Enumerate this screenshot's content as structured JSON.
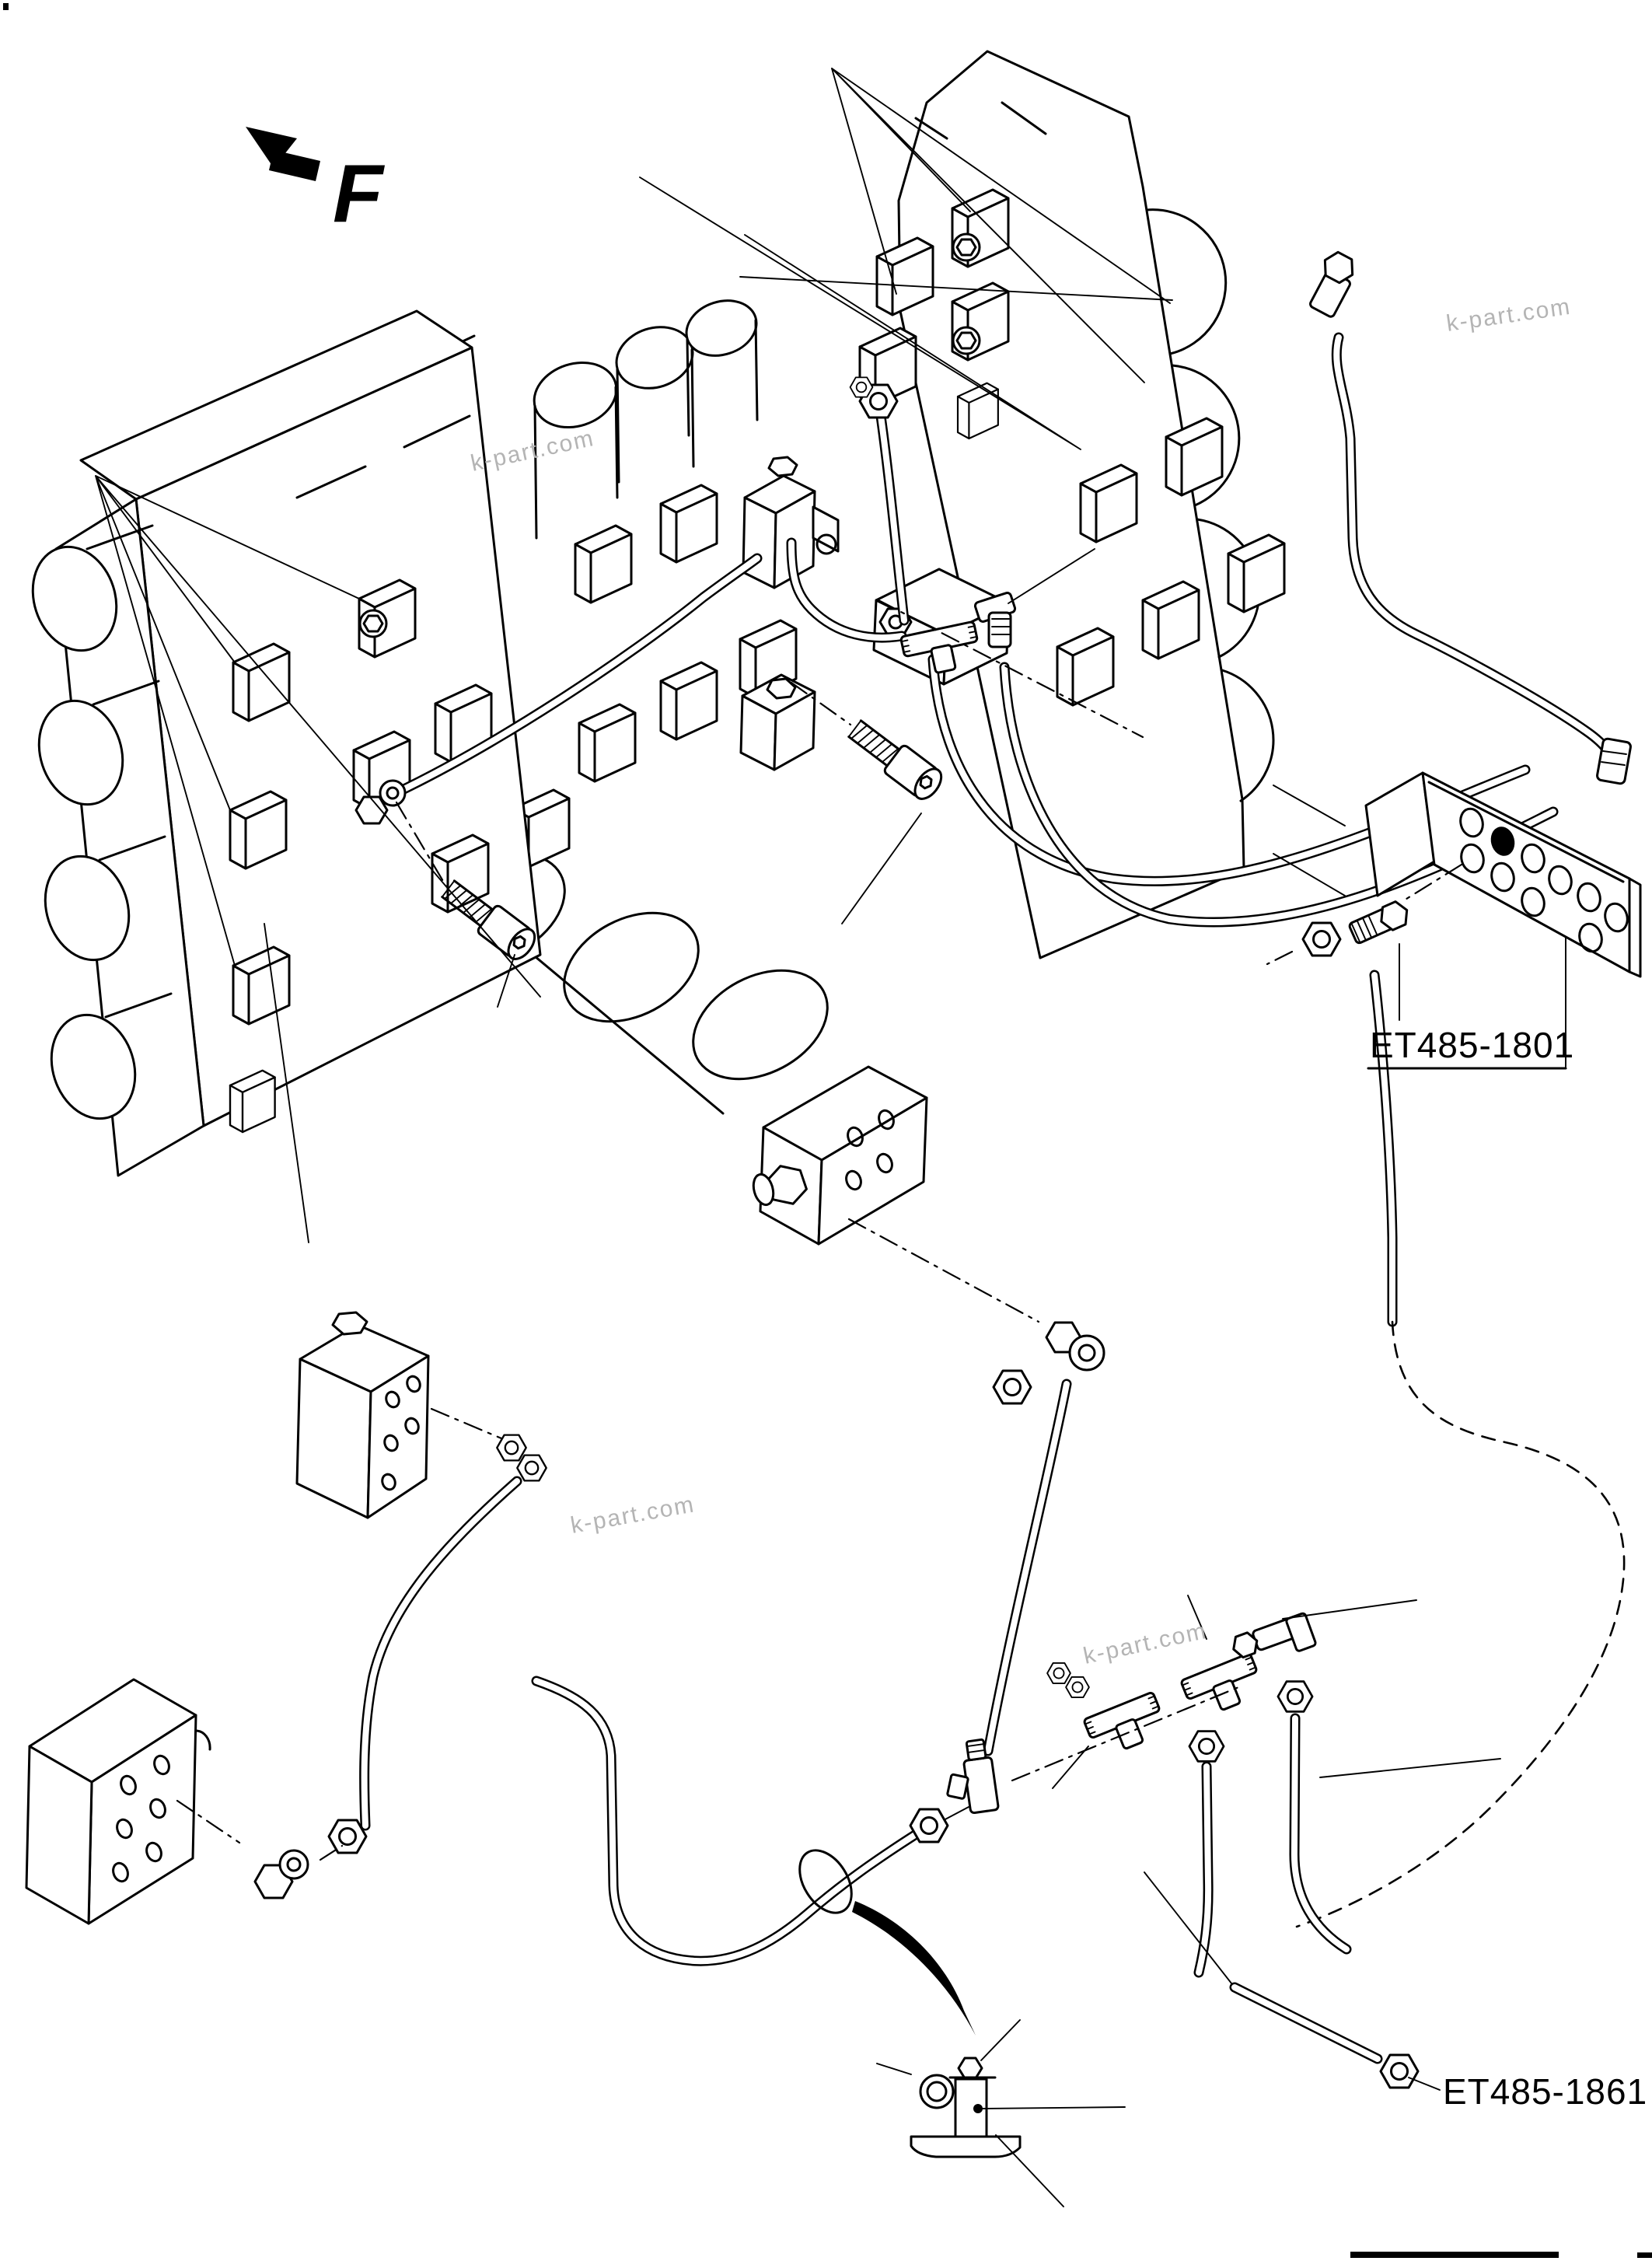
{
  "page": {
    "background": "#ffffff",
    "line_color": "#000000"
  },
  "view_arrow": {
    "label": "F"
  },
  "labels": {
    "bracket_part": "ET485-1801",
    "hose_part": "ET485-1861"
  },
  "watermark": {
    "text": "k-part.com",
    "color": "#b4b4b4",
    "count": 4
  },
  "components": [
    "left-valve-block",
    "middle-valve-block",
    "right-valve-block",
    "pilot-valve-block-a",
    "pilot-valve-block-b",
    "check-valve-block",
    "center-valve-block",
    "side-valve-block",
    "port-plate-block",
    "perforated-bracket",
    "socket-head-bolt",
    "tee-fitting",
    "elbow-fitting",
    "banjo-fitting",
    "hex-nut",
    "hydraulic-hose",
    "hose-clamp-assembly",
    "clamp-position-arrow"
  ]
}
